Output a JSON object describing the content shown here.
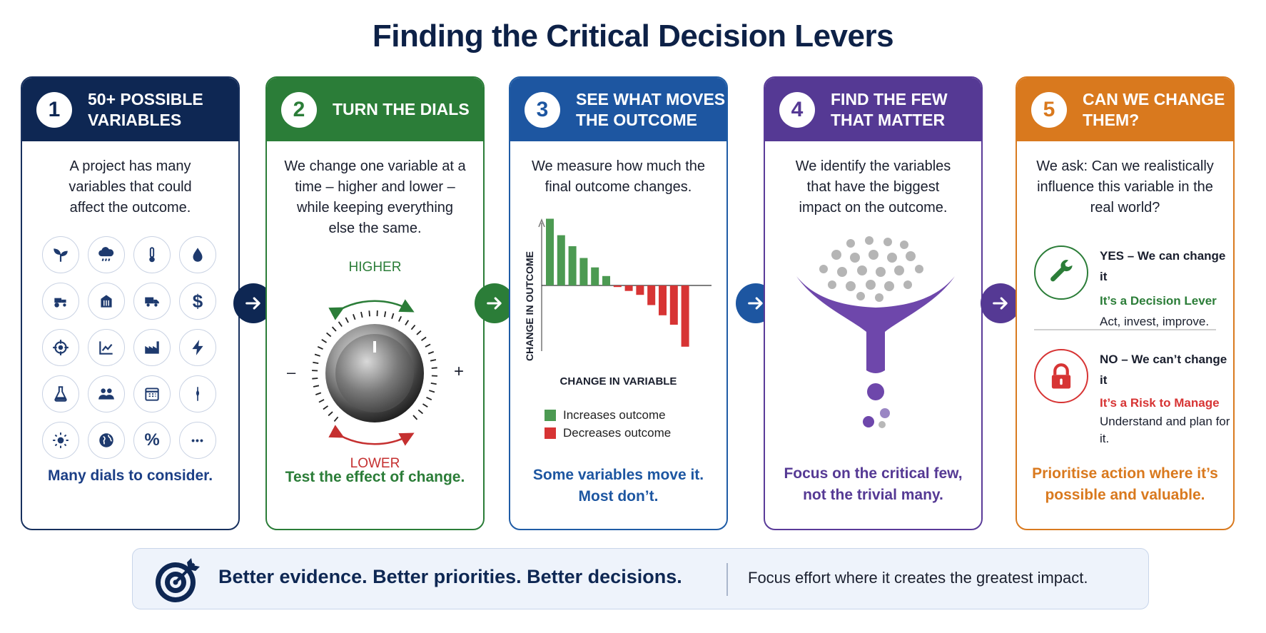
{
  "title": "Finding the Critical Decision Levers",
  "colors": {
    "navy": "#0e2753",
    "green": "#2b7d38",
    "blue": "#1d56a1",
    "purple": "#553994",
    "orange": "#d9791e",
    "red": "#d73434",
    "bar_green": "#4c9a52"
  },
  "steps": [
    {
      "number": "1",
      "heading": "50+ POSSIBLE\nVARIABLES",
      "description": "A project has many variables that could affect the outcome.",
      "footer": "Many dials to consider.",
      "icons": [
        "plant-icon",
        "rain-cloud-icon",
        "thermometer-icon",
        "water-drop-icon",
        "tractor-icon",
        "silo-icon",
        "truck-icon",
        "dollar-icon",
        "target-icon",
        "trend-chart-icon",
        "factory-icon",
        "lightning-icon",
        "flask-icon",
        "people-icon",
        "calendar-icon",
        "location-pin-icon",
        "sun-icon",
        "globe-icon",
        "percent-icon",
        "more-icon"
      ],
      "percent_glyph": "%",
      "more_glyph": "•••",
      "dollar_glyph": "$"
    },
    {
      "number": "2",
      "heading": "TURN THE DIALS",
      "description": "We change one variable at a time – higher and lower – while keeping everything else the same.",
      "footer": "Test the effect of change.",
      "dial_higher": "HIGHER",
      "dial_lower": "LOWER",
      "dial_minus": "–",
      "dial_plus": "+"
    },
    {
      "number": "3",
      "heading": "SEE WHAT MOVES\nTHE OUTCOME",
      "description": "We measure how much the final outcome changes.",
      "footer": "Some variables move it. Most don’t.",
      "y_axis_label": "CHANGE IN OUTCOME",
      "x_axis_label": "CHANGE IN VARIABLE",
      "legend_increase": "Increases outcome",
      "legend_decrease": "Decreases outcome",
      "bar_values": [
        8.5,
        6.4,
        5.0,
        3.5,
        2.3,
        1.2,
        -0.2,
        -0.7,
        -1.2,
        -2.5,
        -3.8,
        -5.0,
        -7.8
      ]
    },
    {
      "number": "4",
      "heading": "FIND THE FEW\nTHAT MATTER",
      "description": "We identify the variables that have the biggest impact on the outcome.",
      "footer": "Focus on the critical few, not the trivial many."
    },
    {
      "number": "5",
      "heading": "CAN WE CHANGE\nTHEM?",
      "description": "We ask: Can we realistically influence this variable in the real world?",
      "footer": "Prioritise action where it’s possible and valuable.",
      "yes_title": "YES – We can change it",
      "yes_label": "It’s a Decision Lever",
      "yes_detail": "Act, invest, improve.",
      "no_title": "NO – We can’t change it",
      "no_label": "It’s a Risk to Manage",
      "no_detail": "Understand and plan for it."
    }
  ],
  "banner": {
    "main": "Better evidence. Better priorities. Better decisions.",
    "sub": "Focus effort where it creates the greatest impact."
  }
}
